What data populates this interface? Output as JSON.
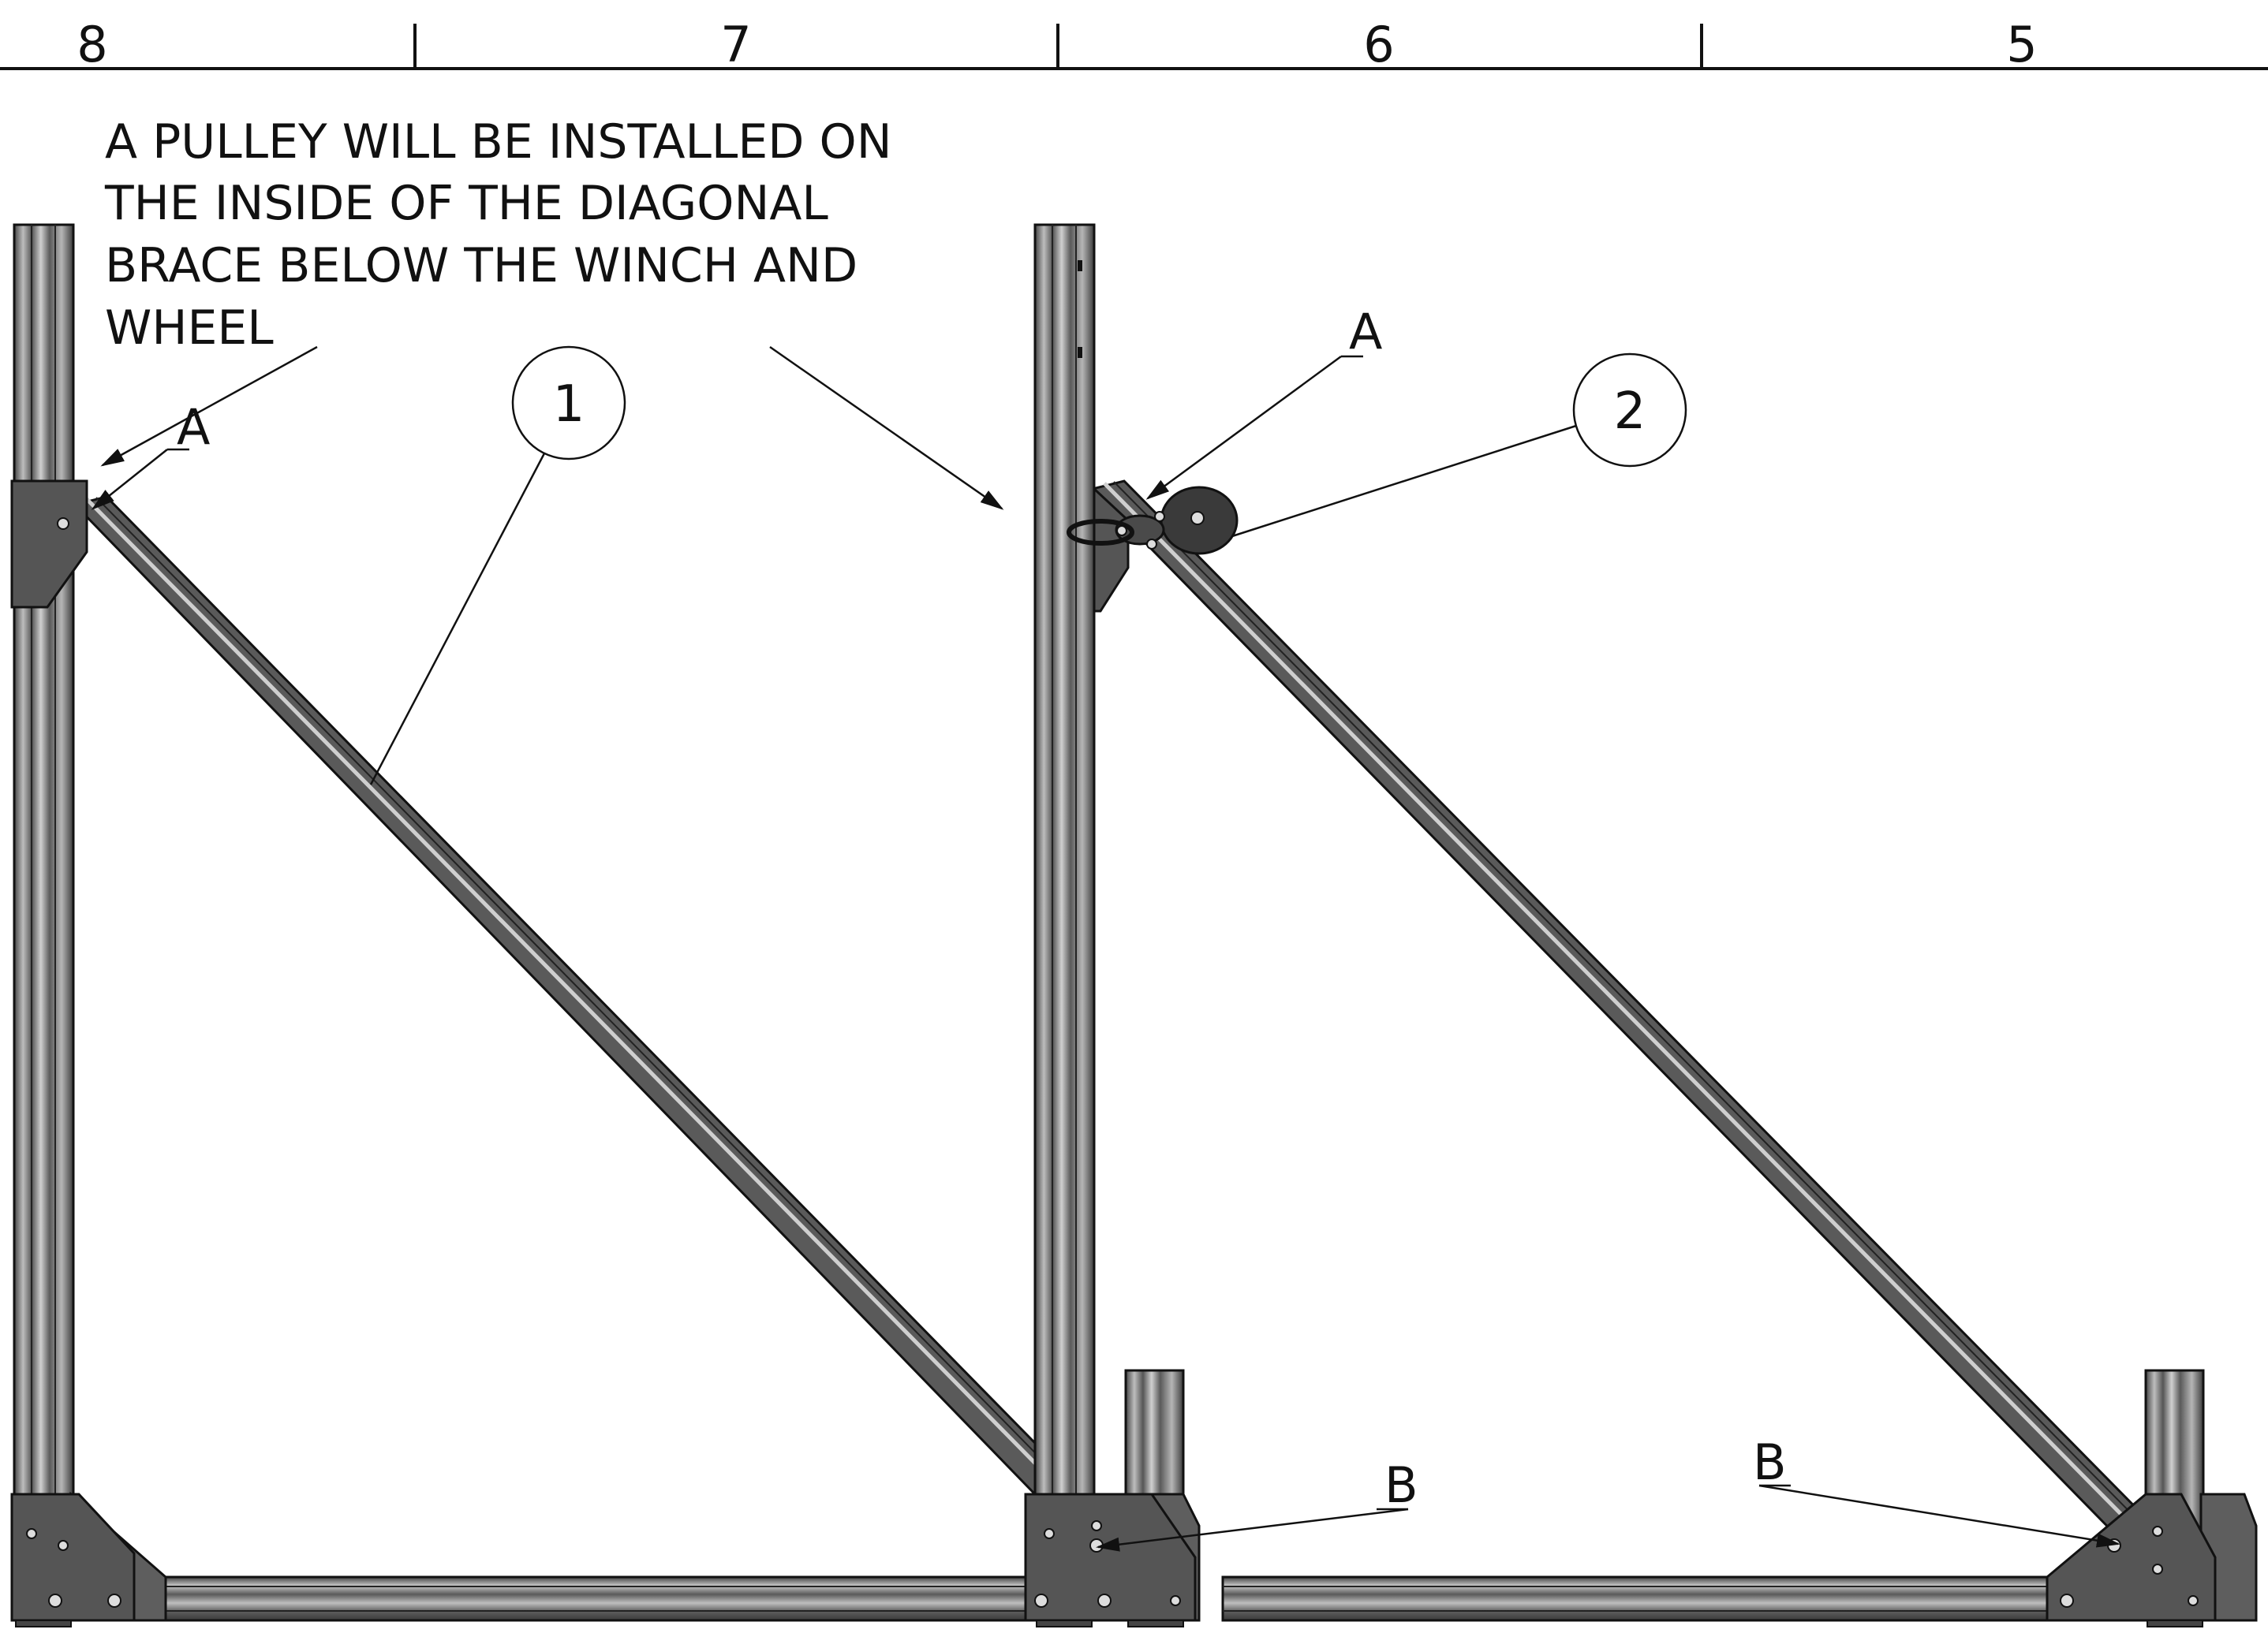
{
  "zone_labels": [
    "8",
    "7",
    "6",
    "5"
  ],
  "note_lines": [
    "A PULLEY WILL BE INSTALLED ON",
    "THE INSIDE OF THE DIAGONAL",
    "BRACE BELOW THE WINCH AND",
    "WHEEL"
  ],
  "balloons": {
    "b1": "1",
    "b2": "2"
  },
  "labels": {
    "a_left": "A",
    "a_right": "A",
    "b_left": "B",
    "b_right": "B"
  },
  "colors": {
    "line": "#111111",
    "extrusion_fill": "#a8a8a8",
    "extrusion_dark": "#4a4a4a",
    "bracket_fill": "#555555",
    "highlight": "#d6d6d6"
  }
}
